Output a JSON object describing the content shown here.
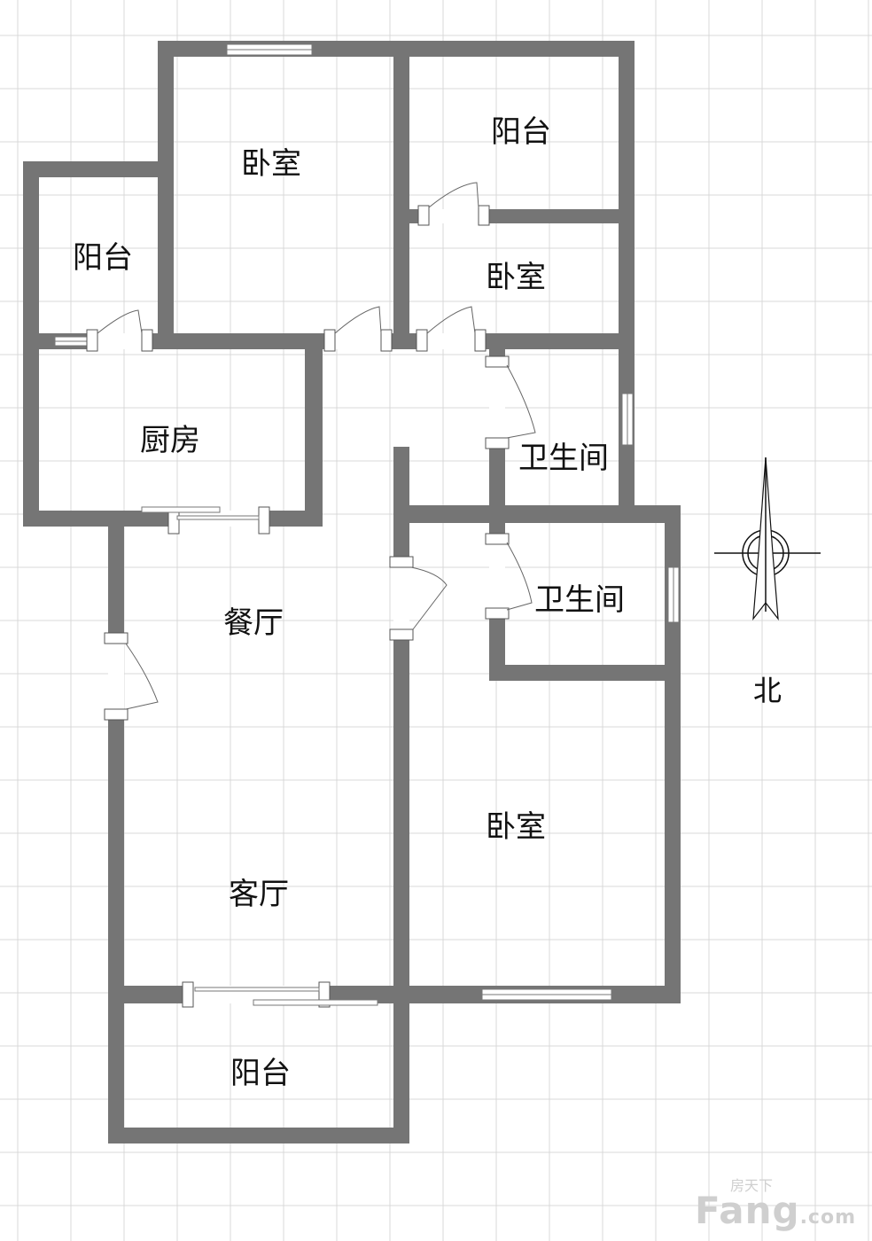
{
  "rooms": {
    "bedroom_nw": "卧室",
    "balcony_ne": "阳台",
    "balcony_w": "阳台",
    "bedroom_n_small": "卧室",
    "kitchen": "厨房",
    "bathroom_1": "卫生间",
    "bathroom_2": "卫生间",
    "dining": "餐厅",
    "bedroom_se": "卧室",
    "living": "客厅",
    "balcony_s": "阳台"
  },
  "compass": {
    "label": "北"
  },
  "watermark": {
    "brand": "Fang",
    "domain": ".com",
    "chinese": "房天下"
  },
  "colors": {
    "wall": "#757575",
    "grid": "#d9d9d9",
    "background": "#ffffff"
  }
}
